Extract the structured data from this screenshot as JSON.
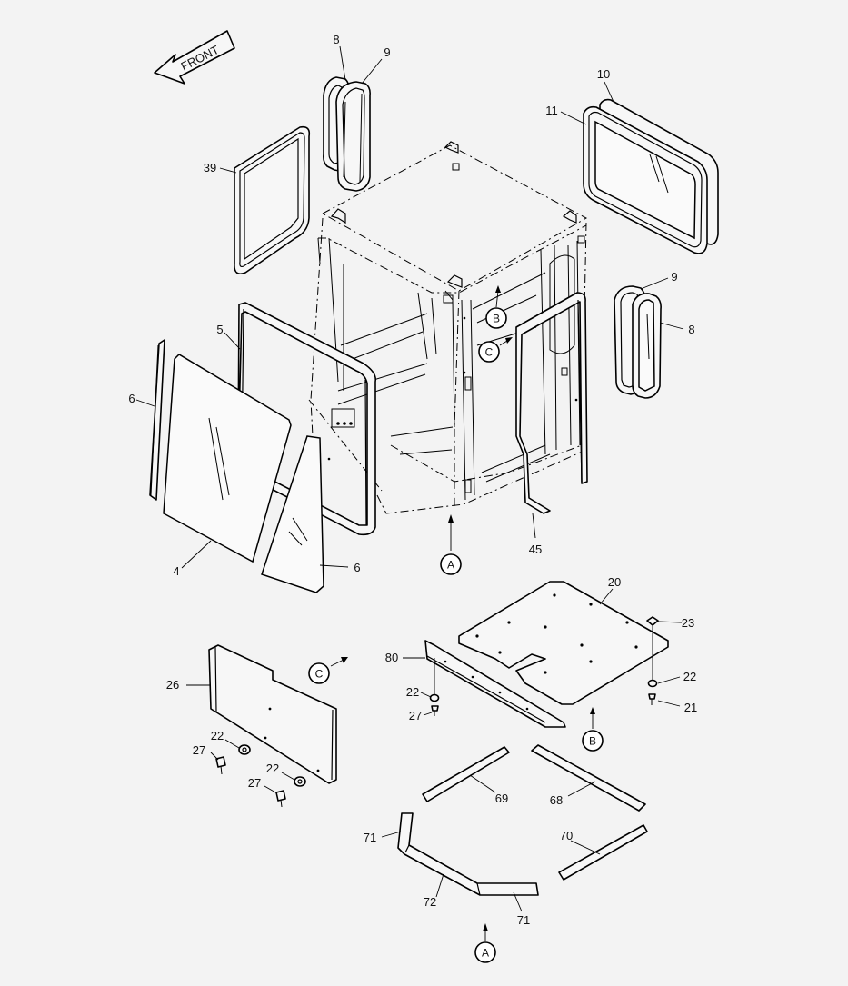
{
  "front_label": "FRONT",
  "callouts": {
    "c8a": "8",
    "c9a": "9",
    "c10": "10",
    "c11": "11",
    "c39": "39",
    "c9b": "9",
    "c8b": "8",
    "c5": "5",
    "c6a": "6",
    "c6b": "6",
    "c4": "4",
    "c45": "45",
    "c20": "20",
    "c23": "23",
    "c80": "80",
    "c22a": "22",
    "c27a": "27",
    "c22b": "22",
    "c21": "21",
    "c26": "26",
    "c22c": "22",
    "c27b": "27",
    "c22d": "22",
    "c27c": "27",
    "c69": "69",
    "c68": "68",
    "c71a": "71",
    "c70": "70",
    "c72": "72",
    "c71b": "71"
  },
  "view_markers": {
    "B1": "B",
    "C1": "C",
    "A1": "A",
    "C2": "C",
    "B2": "B",
    "A2": "A"
  }
}
